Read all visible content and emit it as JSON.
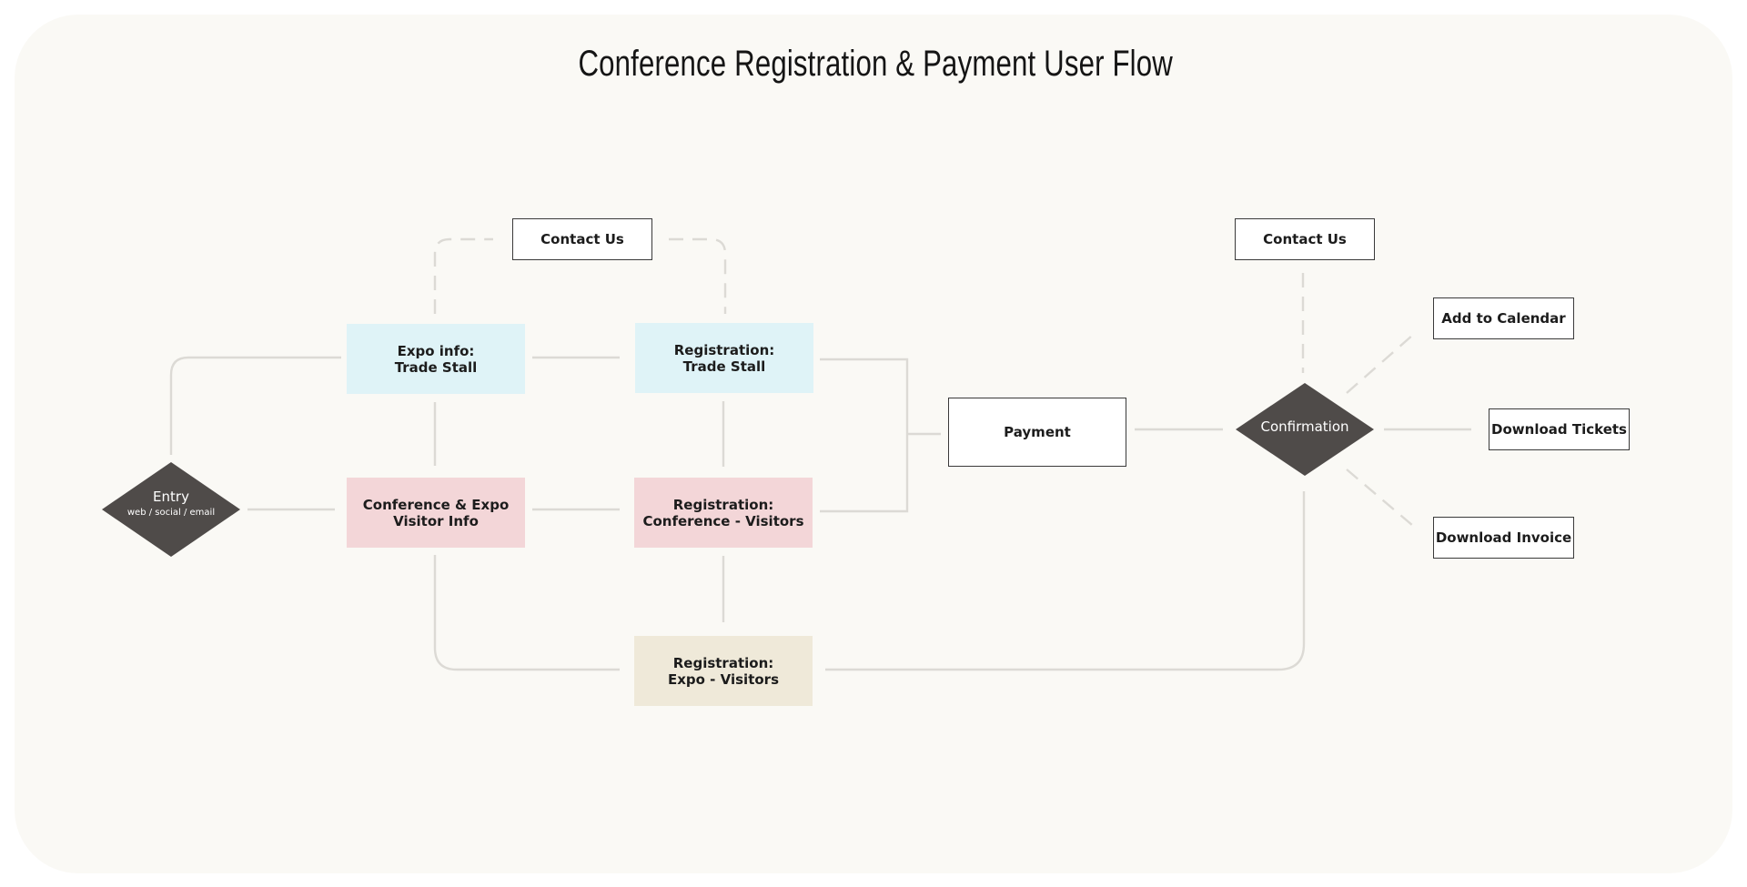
{
  "title": "Conference Registration & Payment User Flow",
  "colors": {
    "background": "#faf9f5",
    "info_blue": "#dff3f7",
    "info_pink": "#f3d6d8",
    "info_beige": "#efe9d9",
    "decision": "#4f4b49",
    "connector": "#dcdad5"
  },
  "nodes": {
    "entry": {
      "label": "Entry",
      "sublabel": "web / social / email"
    },
    "contact_left": "Contact Us",
    "contact_right": "Contact Us",
    "expo_info": "Expo info:\nTrade Stall",
    "reg_trade": "Registration:\nTrade Stall",
    "conf_expo_info": "Conference & Expo\nVisitor Info",
    "reg_conf_visitors": "Registration:\nConference - Visitors",
    "reg_expo_visitors": "Registration:\nExpo - Visitors",
    "payment": "Payment",
    "confirmation": "Confirmation",
    "add_calendar": "Add to Calendar",
    "download_tickets": "Download Tickets",
    "download_invoice": "Download Invoice"
  }
}
